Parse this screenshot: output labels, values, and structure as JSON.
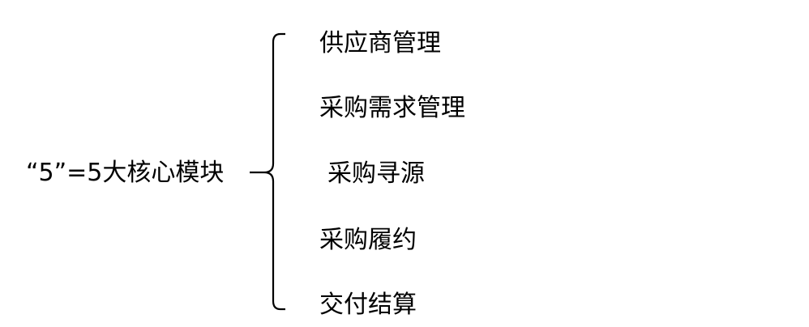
{
  "diagram": {
    "root": {
      "label": "“5”=5大核心模块"
    },
    "children": [
      {
        "label": "供应商管理"
      },
      {
        "label": "采购需求管理"
      },
      {
        "label": "采购寻源"
      },
      {
        "label": "采购履约"
      },
      {
        "label": "交付结算"
      }
    ]
  },
  "colors": {
    "text": "#000000",
    "line": "#000000",
    "background": "#ffffff"
  }
}
